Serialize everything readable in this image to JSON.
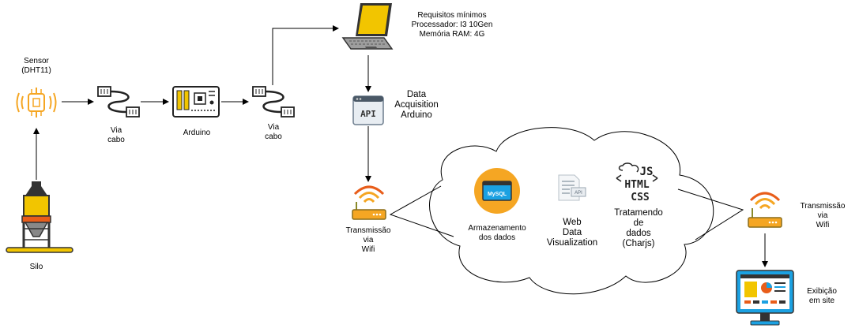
{
  "labels": {
    "sensor": [
      "Sensor",
      "(DHT11)"
    ],
    "cable1": [
      "Via",
      "cabo"
    ],
    "arduino": "Arduino",
    "cable2": [
      "Via",
      "cabo"
    ],
    "silo": "Silo",
    "requirements": [
      "Requisitos mínimos",
      "Processador: I3 10Gen",
      "Memória RAM: 4G"
    ],
    "api_block": [
      "Data",
      "Acquisition",
      "Arduino"
    ],
    "api_text": "API",
    "wifi_left": [
      "Transmissão",
      "via",
      "Wifi"
    ],
    "storage": [
      "Armazenamento",
      "dos dados"
    ],
    "mysql_text": "MySQL",
    "web": [
      "Web",
      "Data",
      "Visualization"
    ],
    "doc_api_text": "API",
    "processing": [
      "Tratamendo",
      "de",
      "dados",
      "(Charjs)"
    ],
    "tech_text": [
      "JS",
      "HTML",
      "CSS"
    ],
    "wifi_right": [
      "Transmissão",
      "via",
      "Wifi"
    ],
    "display": [
      "Exibição",
      "em site"
    ]
  },
  "colors": {
    "orange": "#f5a623",
    "deep_orange": "#e85d1a",
    "dark": "#333333",
    "blue": "#1ba1e2",
    "yellow": "#f2c500",
    "olive": "#8a8a2a"
  }
}
